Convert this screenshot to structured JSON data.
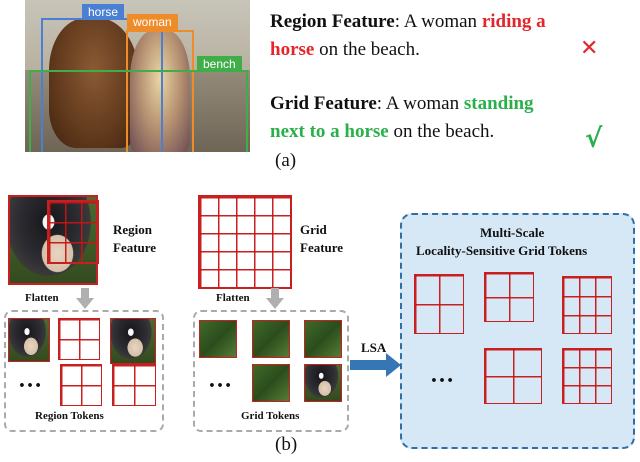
{
  "part_a": {
    "boxes": [
      {
        "label": "horse",
        "color": "#4a7fd4"
      },
      {
        "label": "woman",
        "color": "#ef8c2a"
      },
      {
        "label": "bench",
        "color": "#3fae49"
      }
    ],
    "region_caption": {
      "prefix": "Region Feature",
      "colon_text": ": A woman ",
      "highlight_line1": "riding a",
      "highlight_line2": "horse",
      "suffix": " on the beach.",
      "mark": "✕"
    },
    "grid_caption": {
      "prefix": "Grid Feature",
      "colon_text": ": A woman ",
      "highlight_line1": "standing",
      "highlight_line2": "next to a horse",
      "suffix": " on the beach.",
      "mark": "√"
    },
    "label": "(a)"
  },
  "part_b": {
    "region_feature_label_1": "Region",
    "region_feature_label_2": "Feature",
    "grid_feature_label_1": "Grid",
    "grid_feature_label_2": "Feature",
    "flatten_1": "Flatten",
    "flatten_2": "Flatten",
    "ellipsis_1": "…",
    "ellipsis_2": "…",
    "ellipsis_3": "…",
    "region_tokens": "Region Tokens",
    "grid_tokens": "Grid Tokens",
    "arrow_label": "LSA",
    "ms_title_1": "Multi-Scale",
    "ms_title_2": "Locality-Sensitive Grid Tokens",
    "label": "(b)"
  }
}
